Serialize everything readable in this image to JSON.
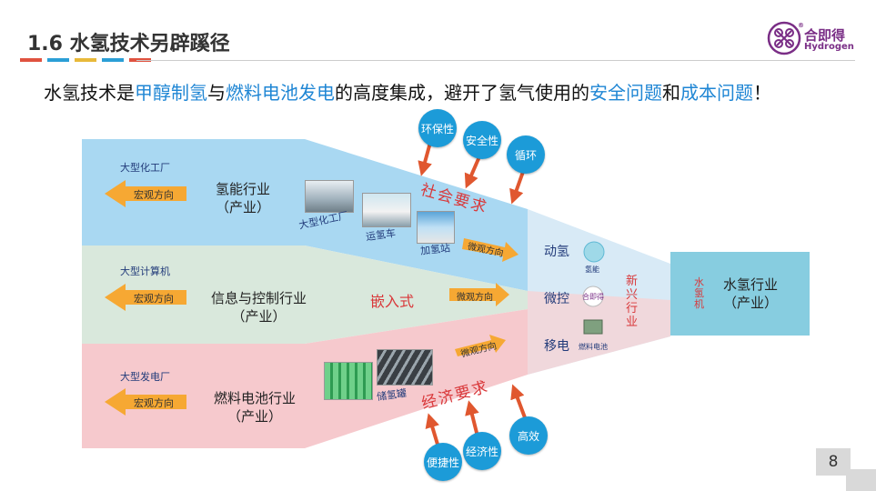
{
  "title": "1.6 水氢技术另辟蹊径",
  "title_bar_colors": [
    "#e0523f",
    "#2b9fd6",
    "#e8b93a",
    "#2b9fd6",
    "#e0523f"
  ],
  "logo": {
    "name": "合即得",
    "sub": "Hydrogen",
    "mark": "®",
    "icon": "hydrogen-logo-icon",
    "color": "#7a2e86"
  },
  "headline": {
    "parts": [
      {
        "text": "水氢技术是",
        "hl": false
      },
      {
        "text": "甲醇制氢",
        "hl": true
      },
      {
        "text": "与",
        "hl": false
      },
      {
        "text": "燃料电池发电",
        "hl": true
      },
      {
        "text": "的高度集成，避开了氢气使用的",
        "hl": false
      },
      {
        "text": "安全问题",
        "hl": true
      },
      {
        "text": "和",
        "hl": false
      },
      {
        "text": "成本问题",
        "hl": true
      },
      {
        "text": "！",
        "hl": false
      }
    ],
    "highlight_color": "#1f86d4"
  },
  "bands": {
    "top": {
      "source": "大型化工厂",
      "arrow": "宏观方向",
      "industry": "氢能行业",
      "industry_sub": "（产业）",
      "color": "#a9d8f2"
    },
    "middle": {
      "source": "大型计算机",
      "arrow": "宏观方向",
      "industry": "信息与控制行业",
      "industry_sub": "（产业）",
      "color": "#d9e8dc"
    },
    "bottom": {
      "source": "大型发电厂",
      "arrow": "宏观方向",
      "industry": "燃料电池行业",
      "industry_sub": "（产业）",
      "color": "#f6c9cd"
    }
  },
  "photos": {
    "plant": "大型化工厂",
    "truck": "运氢车",
    "station": "加氢站",
    "tank": "储氢罐"
  },
  "social": {
    "label": "社会要求",
    "bubbles": [
      "环保性",
      "安全性",
      "循环"
    ]
  },
  "economic": {
    "label": "经济要求",
    "bubbles": [
      "便捷性",
      "经济性",
      "高效"
    ]
  },
  "micro_top": "微观方向",
  "micro_mid": "微观方向",
  "micro_bottom": "微观方向",
  "embedded": "嵌入式",
  "right_labels": {
    "hydrogen_power": "动氢",
    "micro_control": "微控",
    "mobile_power": "移电",
    "icon_hydrogen": "氢能",
    "icon_brand": "合即得",
    "icon_cell": "燃料电池",
    "new_industry": "新兴行业"
  },
  "target": {
    "machine": "水氢机",
    "industry": "水氢行业",
    "industry_sub": "（产业）",
    "color": "#87cde0"
  },
  "colors": {
    "arrow_orange": "#f6a833",
    "arrow_red": "#e0572f",
    "bubble_blue": "#1c9bd8",
    "red_text": "#d9383a"
  },
  "page_number": "8"
}
